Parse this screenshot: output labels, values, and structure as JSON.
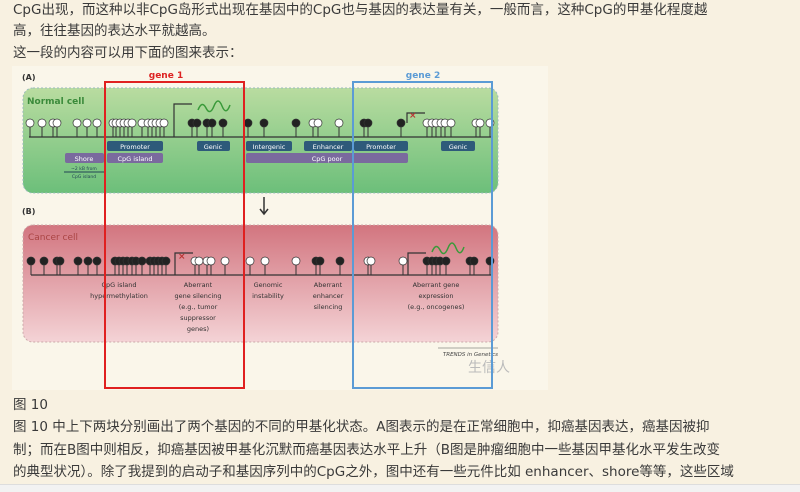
{
  "article": {
    "para1_line1": "CpG出现，而这种以非CpG岛形式出现在基因中的CpG也与基因的表达量有关，一般而言，这种CpG的甲基化程度越",
    "para1_line2": "高，往往基因的表达水平就越高。",
    "para2": "这一段的内容可以用下面的图来表示：",
    "caption": "图 10",
    "para3_line1": "图 10 中上下两块分别画出了两个基因的不同的甲基化状态。A图表示的是在正常细胞中，抑癌基因表达，癌基因被抑",
    "para3_line2": "制；而在B图中则相反，抑癌基因被甲基化沉默而癌基因表达水平上升（B图是肿瘤细胞中一些基因甲基化水平发生改变",
    "para3_line3": "的典型状况）。除了我提到的启动子和基因序列中的CpG之外，图中还有一些元件比如 enhancer、shore等等，这些区域"
  },
  "figure": {
    "panel_a": "(A)",
    "panel_b": "(B)",
    "gene1": "gene 1",
    "gene2": "gene 2",
    "normal_cell": "Normal cell",
    "cancer_cell": "Cancer cell",
    "labels_a": {
      "promoter1": "Promoter",
      "genic1": "Genic",
      "intergenic": "Intergenic",
      "enhancer": "Enhancer",
      "promoter2": "Promoter",
      "genic2": "Genic",
      "shore": "Shore",
      "cpg_island": "CpG island",
      "cpg_poor": "CpG poor",
      "distance1": "~2 kB from",
      "distance2": "CpG island"
    },
    "labels_b": {
      "l1a": "CpG island",
      "l1b": "hypermethylation",
      "l2a": "Aberrant",
      "l2b": "gene silencing",
      "l2c": "(e.g., tumor",
      "l2d": "suppressor",
      "l2e": "genes)",
      "l3a": "Genomic",
      "l3b": "instability",
      "l4a": "Aberrant",
      "l4b": "enhancer",
      "l4c": "silencing",
      "l5a": "Aberrant gene",
      "l5b": "expression",
      "l5c": "(e.g., oncogenes)"
    },
    "source": "TRENDS in Genetics",
    "watermark": "生信人",
    "colors": {
      "gene1": "#e02020",
      "gene2": "#5b9bd5",
      "normal": "#8cc98a",
      "cancer": "#d9808a",
      "label_box": "#2e5a7a",
      "purple": "#7a6a9e"
    }
  }
}
